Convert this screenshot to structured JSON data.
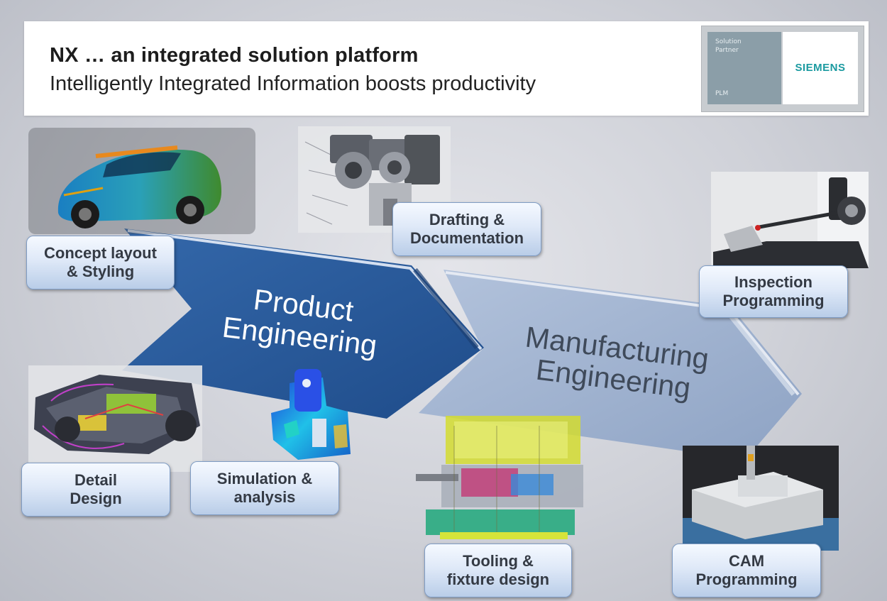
{
  "header": {
    "title": "NX … an integrated solution platform",
    "subtitle": "Intelligently Integrated Information boosts productivity"
  },
  "partner_badge": {
    "line1": "Solution",
    "line2": "Partner",
    "line3": "PLM",
    "brand": "SIEMENS"
  },
  "arrows": {
    "product": {
      "line1": "Product",
      "line2": "Engineering",
      "color": "#2f5f9e"
    },
    "manufacturing": {
      "line1": "Manufacturing",
      "line2": "Engineering",
      "color": "#9fb2cf"
    }
  },
  "labels": {
    "concept": {
      "line1": "Concept layout",
      "line2": "& Styling"
    },
    "drafting": {
      "line1": "Drafting &",
      "line2": "Documentation"
    },
    "inspection": {
      "line1": "Inspection",
      "line2": "Programming"
    },
    "detail": {
      "line1": "Detail",
      "line2": "Design"
    },
    "simulation": {
      "line1": "Simulation &",
      "line2": "analysis"
    },
    "tooling": {
      "line1": "Tooling &",
      "line2": "fixture design"
    },
    "cam": {
      "line1": "CAM",
      "line2": "Programming"
    }
  },
  "images": [
    {
      "name": "car-styling-image"
    },
    {
      "name": "drafting-drawing-image"
    },
    {
      "name": "inspection-machine-image"
    },
    {
      "name": "chassis-design-image"
    },
    {
      "name": "simulation-part-image"
    },
    {
      "name": "mold-tooling-image"
    },
    {
      "name": "cam-machine-image"
    }
  ]
}
